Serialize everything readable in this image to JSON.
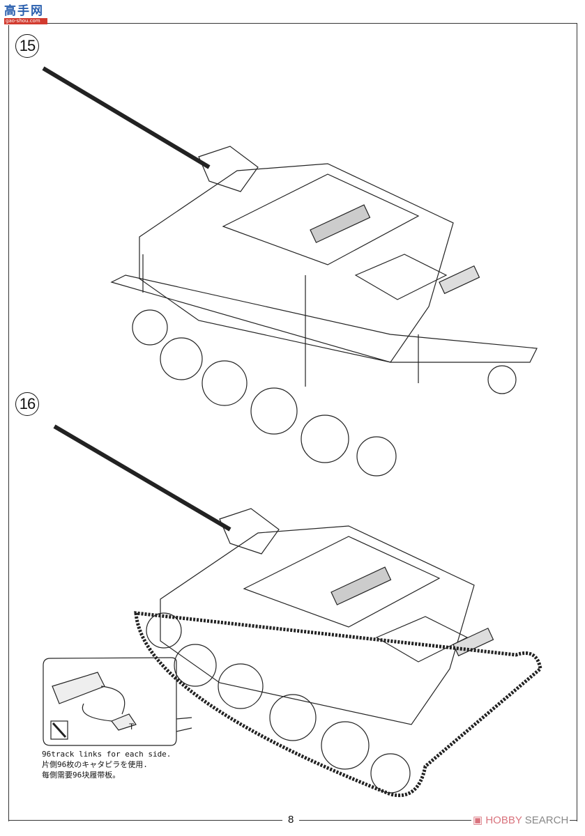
{
  "watermark": {
    "site_name": "高手网",
    "site_url": "gao-shou.com"
  },
  "steps": [
    {
      "number": "15"
    },
    {
      "number": "16"
    }
  ],
  "detail_inset": {
    "part_label": "T",
    "icon": "cement-prohibited-icon",
    "note_lines": [
      "96track links for each side.",
      "片側96枚のキャタピラを使用.",
      "每側需要96块履带板。"
    ]
  },
  "footer": {
    "page_number": "8",
    "brand_a": "HOBBY",
    "brand_b": " SEARCH",
    "brand_icon": "hobby-search-logo-icon"
  },
  "colors": {
    "line": "#222222",
    "watermark_blue": "#2a5fae",
    "watermark_red": "#d23b2f",
    "brand_pink": "#d9737d"
  }
}
